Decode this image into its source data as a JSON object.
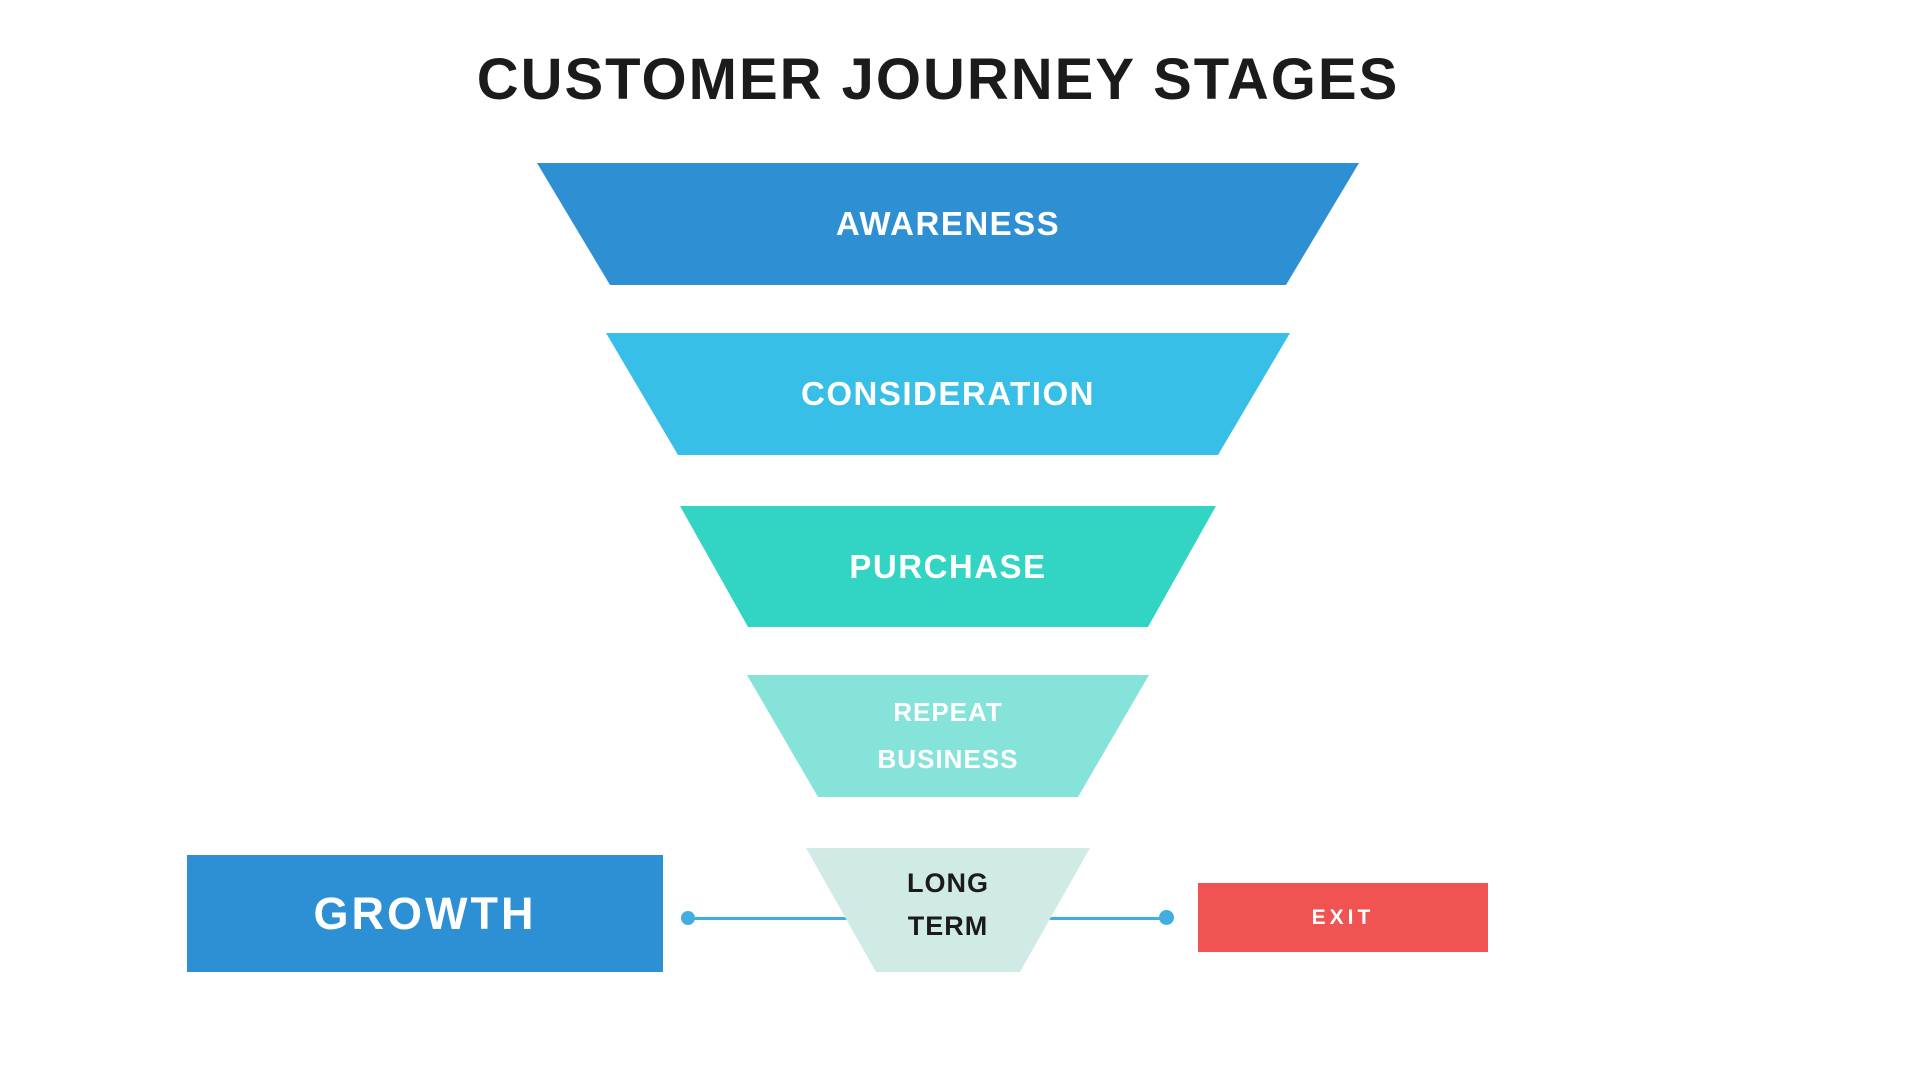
{
  "title": "CUSTOMER JOURNEY STAGES",
  "funnel": {
    "stages": [
      {
        "name": "Awareness",
        "lines": [
          "AWARENESS"
        ],
        "color": "#2E8FD3",
        "text_color": "#FFFFFF"
      },
      {
        "name": "Consideration",
        "lines": [
          "CONSIDERATION"
        ],
        "color": "#37BFE8",
        "text_color": "#FFFFFF"
      },
      {
        "name": "Purchase",
        "lines": [
          "PURCHASE"
        ],
        "color": "#32D5C3",
        "text_color": "#FFFFFF"
      },
      {
        "name": "Repeat Business",
        "lines": [
          "REPEAT",
          "BUSINESS"
        ],
        "color": "#86E3DA",
        "text_color": "#FFFFFF"
      },
      {
        "name": "Long Term",
        "lines": [
          "LONG",
          "TERM"
        ],
        "color": "#D0EBE6",
        "text_color": "#1B1B1B"
      }
    ]
  },
  "outcomes": {
    "growth": {
      "label": "GROWTH",
      "color": "#2E90D4",
      "text_color": "#FFFFFF"
    },
    "exit": {
      "label": "EXIT",
      "color": "#F15252",
      "text_color": "#FFFFFF"
    },
    "connector": {
      "color": "#41ADE0"
    }
  }
}
